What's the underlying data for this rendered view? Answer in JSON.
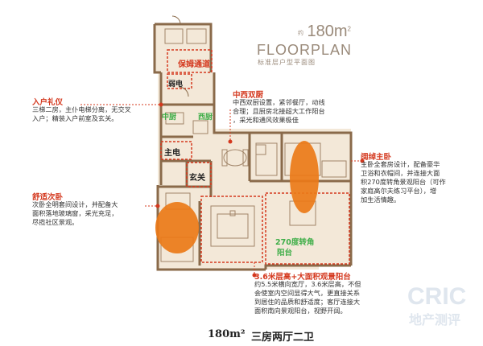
{
  "header": {
    "area_prefix": "约",
    "area_value": "180m",
    "area_sup": "2",
    "title": "FLOORPLAN",
    "subtitle": "标准层户型平面图"
  },
  "rooms": {
    "maid_passage": "保姆通道",
    "elec_small": "弱电",
    "chinese_kitchen": "中厨",
    "western_kitchen": "西厨",
    "main_elec": "主电",
    "foyer": "玄关",
    "corner_balcony_1": "270度转角",
    "corner_balcony_2": "阳台"
  },
  "notes": [
    {
      "title": "入户礼仪",
      "lines": [
        "三梯二房，主仆电梯分离，无交叉",
        "入户；精装入户前室及玄关。"
      ]
    },
    {
      "title": "中西双厨",
      "lines": [
        "中西双厨设置，紧邻餐厅，动线",
        "合理；且厨房北接超大工作阳台",
        "，采光和通风效果极佳"
      ]
    },
    {
      "title": "阔绰主卧",
      "lines": [
        "主卧全套房设计，配备豪华",
        "卫浴和衣帽间，并连接大面",
        "积270度转角景观阳台（可作",
        "家庭高尔夫练习平台），增",
        "加生活情趣。"
      ]
    },
    {
      "title": "舒适次卧",
      "lines": [
        "次卧全明套间设计，并配备大",
        "面积落地玻璃窗，采光充足，",
        "尽揽社区景观。"
      ]
    },
    {
      "title": "3.6米层高+大面积观景阳台",
      "lines": [
        "约5.5米横向宽厅，3.6米层高，不但",
        "会使室内空间显得大气，更直接关系",
        "到居住的品质和舒适度；客厅连接大",
        "面积南向景观阳台，视野开阔。"
      ]
    }
  ],
  "footer": {
    "area": "180m²",
    "layout": "三房两厅二卫"
  },
  "watermark": {
    "brand": "CRIC",
    "sub": "地产测评"
  },
  "colors": {
    "wall": "#8a6a4a",
    "floor": "#f3e8d8",
    "accent_red": "#d4381e",
    "highlight": "#ec7a18",
    "green": "#3fae49"
  }
}
